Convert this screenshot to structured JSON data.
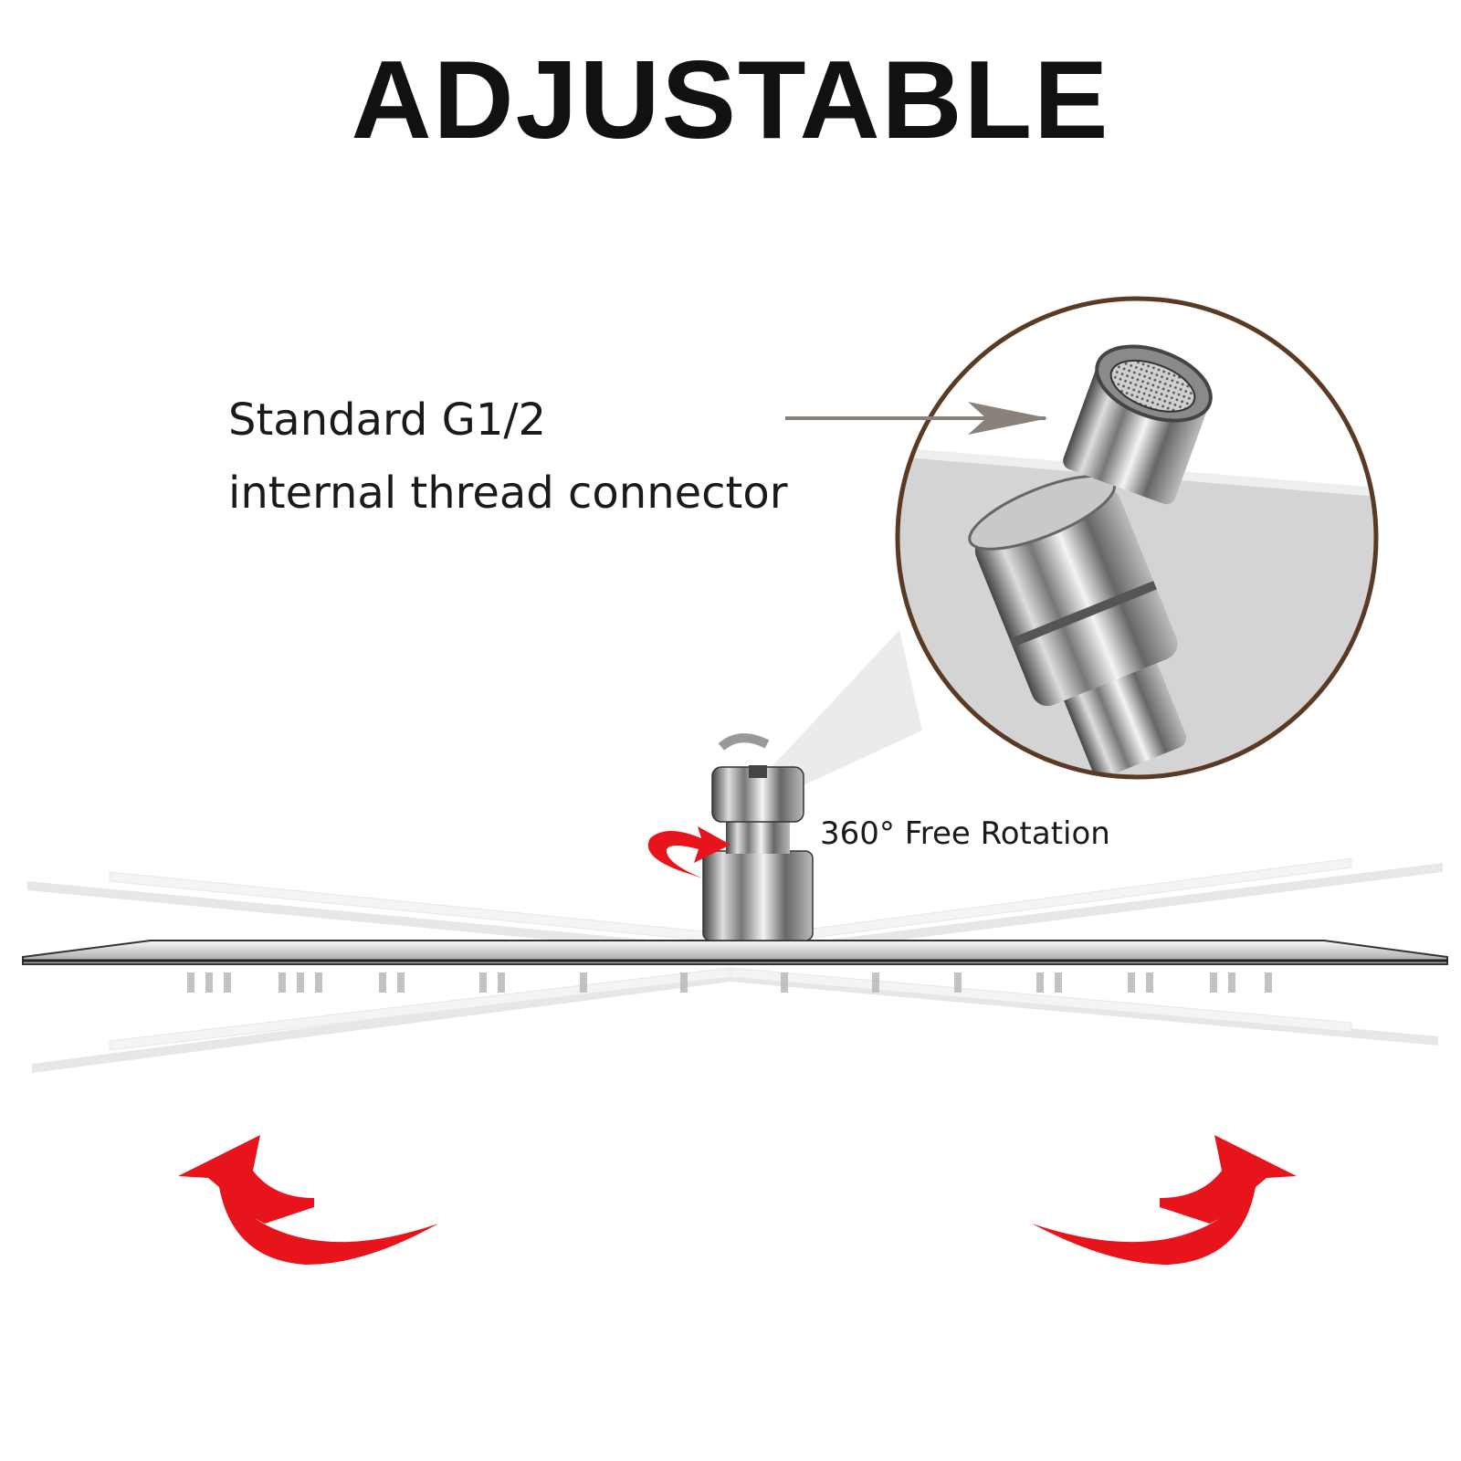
{
  "headline": "ADJUSTABLE",
  "connector_caption": {
    "line1": "Standard G1/2",
    "line2": "internal thread connector"
  },
  "rotation_label": "360° Free Rotation",
  "colors": {
    "arrow_red": "#e8141c",
    "zoom_ring": "#5a3a22",
    "chrome_dark": "#555555",
    "chrome_light": "#f2f2f2"
  },
  "icons": [
    "rotation-arrow-icon",
    "tilt-up-left-arrow-icon",
    "tilt-up-right-arrow-icon",
    "pointer-arrow-icon"
  ]
}
